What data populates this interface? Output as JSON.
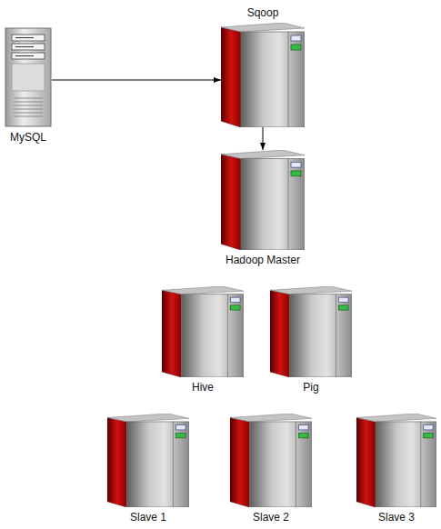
{
  "diagram": {
    "nodes": [
      {
        "text": [
          "Sqoop"
        ]
      },
      {
        "text": [
          "MySQL"
        ]
      },
      {
        "text": [
          "Hadoop Master"
        ]
      },
      {
        "text": [
          "Hive"
        ]
      },
      {
        "text": [
          "Pig"
        ]
      },
      {
        "text": [
          "Slave 1"
        ]
      },
      {
        "text": [
          "Slave 2"
        ]
      },
      {
        "text": [
          "Slave 3"
        ]
      }
    ],
    "edges": [
      {
        "from": 1,
        "to": 0,
        "arrow": "to"
      },
      {
        "from": 0,
        "to": 2,
        "arrow": "to"
      }
    ]
  }
}
